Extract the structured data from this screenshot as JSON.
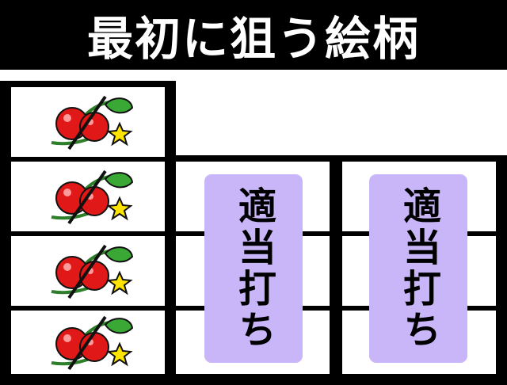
{
  "title": "最初に狙う絵柄",
  "reels": [
    {
      "name": "left",
      "symbols": [
        "cherry",
        "cherry",
        "cherry",
        "cherry"
      ]
    },
    {
      "name": "center",
      "instruction": "適当打ち"
    },
    {
      "name": "right",
      "instruction": "適当打ち"
    }
  ],
  "colors": {
    "frame": "#000000",
    "label_fill": "#c8b6f8",
    "cherry_red": "#e01818",
    "leaf_green": "#3aa835",
    "star_yellow": "#ffe400"
  },
  "icons": {
    "symbol": "cherry-icon",
    "slash": "slash-mark"
  }
}
